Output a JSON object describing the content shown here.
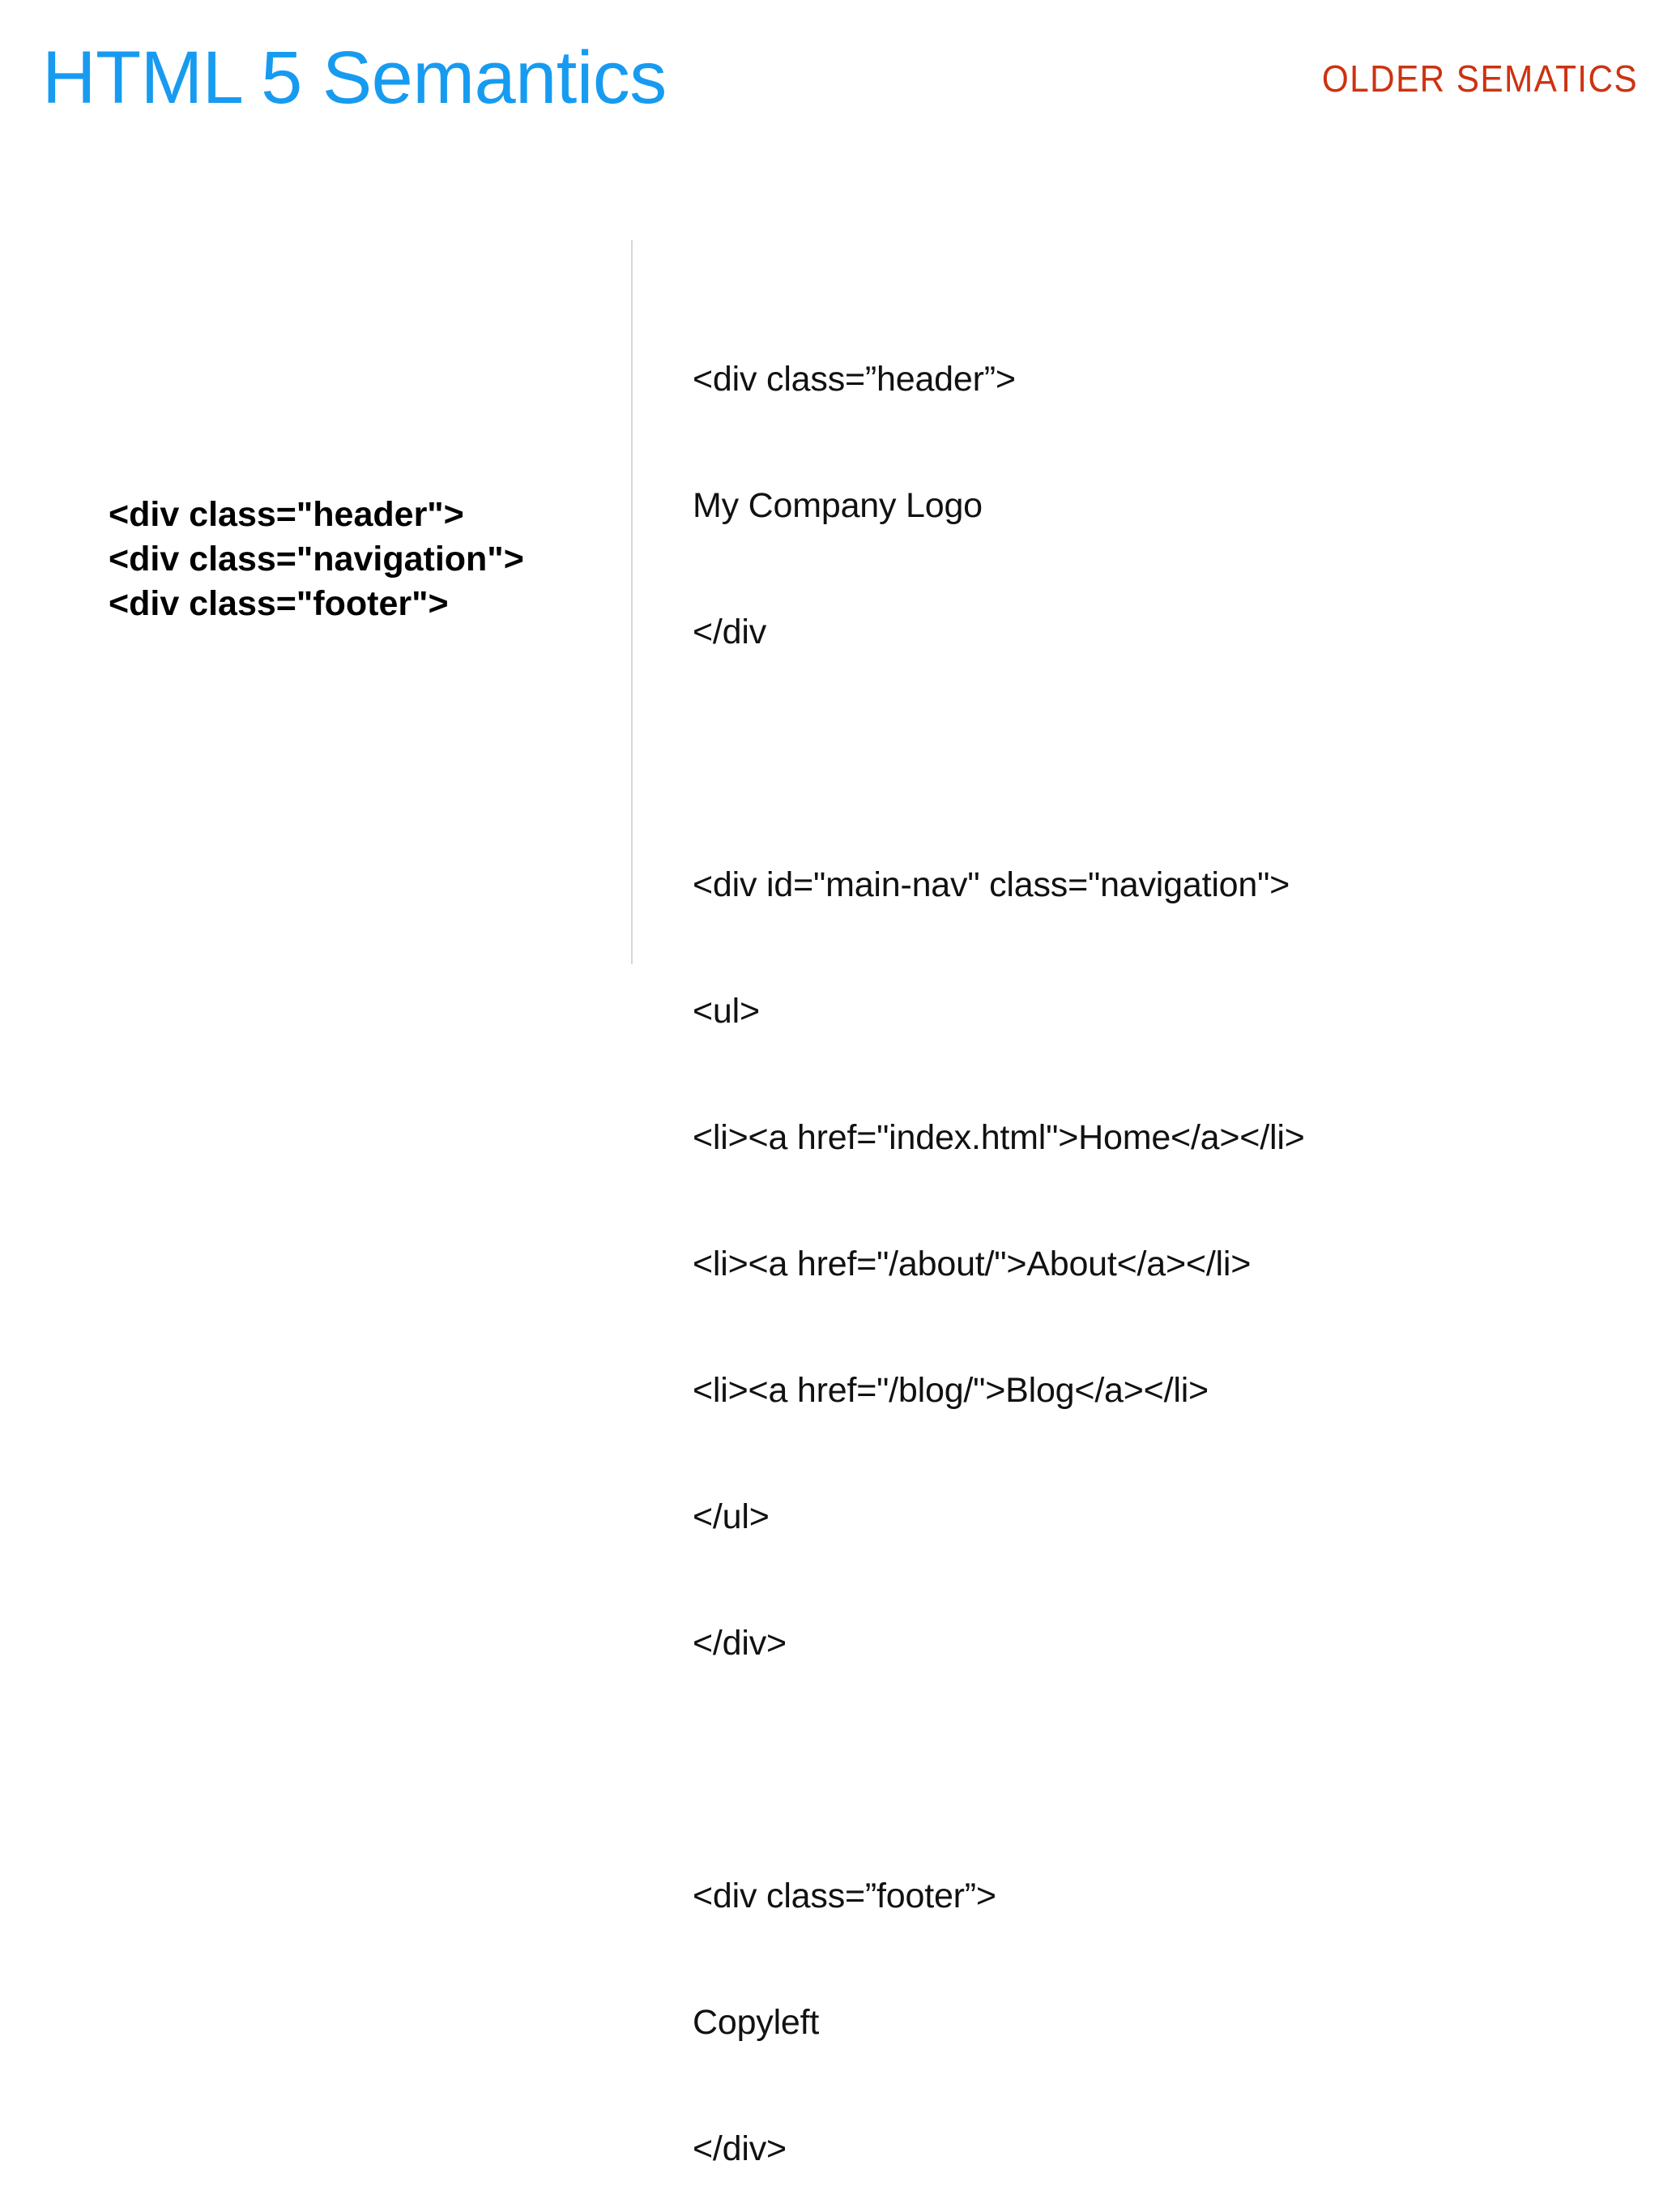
{
  "slide": {
    "title": "HTML 5 Semantics",
    "corner_label": "OLDER SEMATICS",
    "title_color": "#179BF0",
    "corner_label_color": "#CC3311",
    "divider_color": "#D6D6D6",
    "background_color": "#FFFFFF"
  },
  "left_panel": {
    "lines": [
      "<div class=\"header\">",
      "<div class=\"navigation\">",
      "<div class=\"footer\">"
    ]
  },
  "right_panel": {
    "lines": [
      "<div class=”header”>",
      "My Company Logo",
      "</div",
      "",
      "<div id=\"main-nav\" class=\"navigation\">",
      "<ul>",
      "<li><a href=\"index.html\">Home</a></li>",
      "<li><a href=\"/about/\">About</a></li>",
      "<li><a href=\"/blog/\">Blog</a></li>",
      "</ul>",
      "</div>",
      "",
      "<div class=”footer”>",
      "Copyleft",
      "</div>"
    ]
  }
}
